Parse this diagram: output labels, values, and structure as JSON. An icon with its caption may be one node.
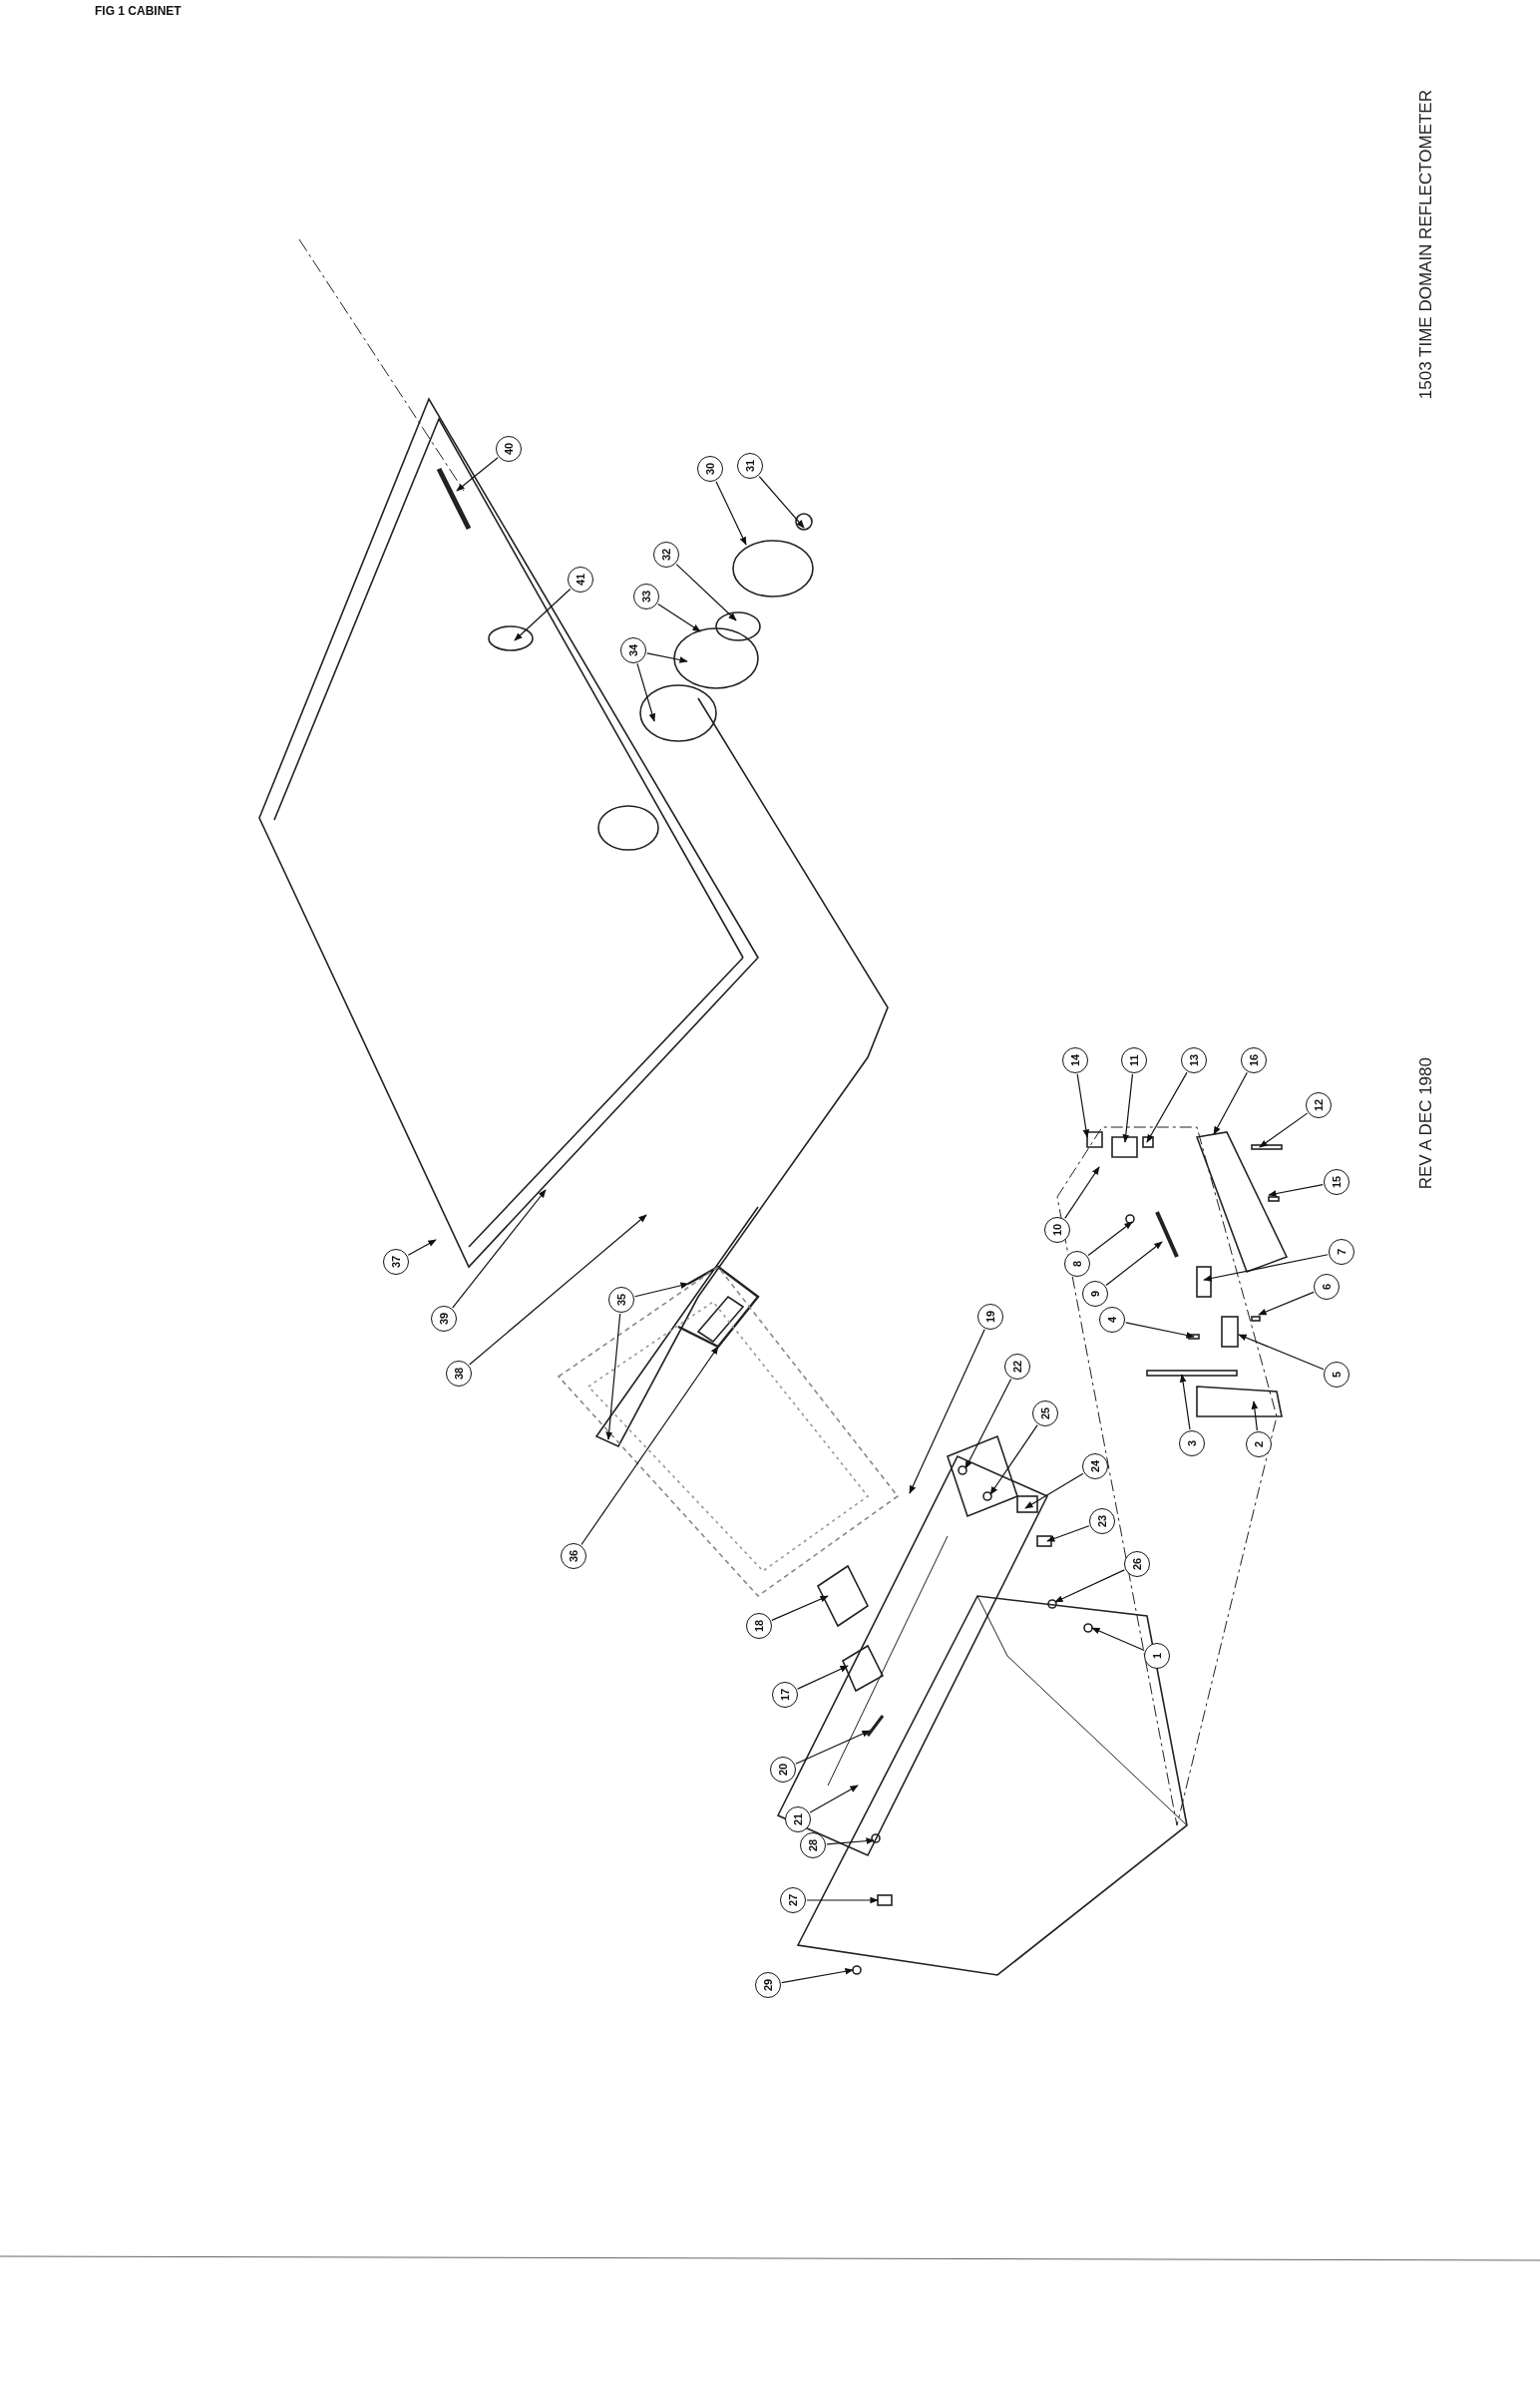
{
  "diagram": {
    "title": "FIG 1 CABINET",
    "nodes": [
      {
        "text": [
          "1"
        ]
      },
      {
        "text": [
          "2"
        ]
      },
      {
        "text": [
          "3"
        ]
      },
      {
        "text": [
          "4"
        ]
      },
      {
        "text": [
          "5"
        ]
      },
      {
        "text": [
          "6"
        ]
      },
      {
        "text": [
          "7"
        ]
      },
      {
        "text": [
          "8"
        ]
      },
      {
        "text": [
          "9"
        ]
      },
      {
        "text": [
          "10"
        ]
      },
      {
        "text": [
          "11"
        ]
      },
      {
        "text": [
          "12"
        ]
      },
      {
        "text": [
          "13"
        ]
      },
      {
        "text": [
          "14"
        ]
      },
      {
        "text": [
          "15"
        ]
      },
      {
        "text": [
          "16"
        ]
      },
      {
        "text": [
          "17"
        ]
      },
      {
        "text": [
          "18"
        ]
      },
      {
        "text": [
          "19"
        ]
      },
      {
        "text": [
          "20"
        ]
      },
      {
        "text": [
          "21"
        ]
      },
      {
        "text": [
          "22"
        ]
      },
      {
        "text": [
          "23"
        ]
      },
      {
        "text": [
          "24"
        ]
      },
      {
        "text": [
          "25"
        ]
      },
      {
        "text": [
          "26"
        ]
      },
      {
        "text": [
          "27"
        ]
      },
      {
        "text": [
          "28"
        ]
      },
      {
        "text": [
          "29"
        ]
      },
      {
        "text": [
          "30"
        ]
      },
      {
        "text": [
          "31"
        ]
      },
      {
        "text": [
          "32"
        ]
      },
      {
        "text": [
          "33"
        ]
      },
      {
        "text": [
          "34"
        ]
      },
      {
        "text": [
          "35"
        ]
      },
      {
        "text": [
          "36"
        ]
      },
      {
        "text": [
          "37"
        ]
      },
      {
        "text": [
          "38"
        ]
      },
      {
        "text": [
          "39"
        ]
      },
      {
        "text": [
          "40"
        ]
      },
      {
        "text": [
          "41"
        ]
      }
    ],
    "edges": [
      {
        "from": 0,
        "to": null,
        "arrow": "to"
      },
      {
        "from": 1,
        "to": null,
        "arrow": "to"
      },
      {
        "from": 2,
        "to": null,
        "arrow": "to"
      },
      {
        "from": 3,
        "to": null,
        "arrow": "to"
      },
      {
        "from": 4,
        "to": null,
        "arrow": "to"
      },
      {
        "from": 5,
        "to": null,
        "arrow": "to"
      },
      {
        "from": 6,
        "to": null,
        "arrow": "to"
      },
      {
        "from": 7,
        "to": null,
        "arrow": "to"
      },
      {
        "from": 8,
        "to": null,
        "arrow": "to"
      },
      {
        "from": 9,
        "to": null,
        "arrow": "to"
      },
      {
        "from": 10,
        "to": null,
        "arrow": "to"
      },
      {
        "from": 11,
        "to": null,
        "arrow": "to"
      },
      {
        "from": 12,
        "to": null,
        "arrow": "to"
      },
      {
        "from": 13,
        "to": null,
        "arrow": "to"
      },
      {
        "from": 14,
        "to": null,
        "arrow": "to"
      },
      {
        "from": 15,
        "to": null,
        "arrow": "to"
      },
      {
        "from": 16,
        "to": null,
        "arrow": "to"
      },
      {
        "from": 17,
        "to": null,
        "arrow": "to"
      },
      {
        "from": 18,
        "to": null,
        "arrow": "to"
      },
      {
        "from": 19,
        "to": null,
        "arrow": "to"
      },
      {
        "from": 20,
        "to": null,
        "arrow": "to"
      },
      {
        "from": 21,
        "to": null,
        "arrow": "to"
      },
      {
        "from": 22,
        "to": null,
        "arrow": "to"
      },
      {
        "from": 23,
        "to": null,
        "arrow": "to"
      },
      {
        "from": 24,
        "to": null,
        "arrow": "to"
      },
      {
        "from": 25,
        "to": null,
        "arrow": "to"
      },
      {
        "from": 26,
        "to": null,
        "arrow": "to"
      },
      {
        "from": 27,
        "to": null,
        "arrow": "to"
      },
      {
        "from": 28,
        "to": null,
        "arrow": "to"
      },
      {
        "from": 29,
        "to": null,
        "arrow": "to"
      },
      {
        "from": 30,
        "to": null,
        "arrow": "to"
      },
      {
        "from": 31,
        "to": null,
        "arrow": "to"
      },
      {
        "from": 32,
        "to": null,
        "arrow": "to"
      },
      {
        "from": 33,
        "to": null,
        "arrow": "to"
      },
      {
        "from": 33,
        "to": null,
        "arrow": "to"
      },
      {
        "from": 34,
        "to": null,
        "arrow": "to"
      },
      {
        "from": 34,
        "to": null,
        "arrow": "to"
      },
      {
        "from": 35,
        "to": null,
        "arrow": "to"
      },
      {
        "from": 36,
        "to": null,
        "arrow": "to"
      },
      {
        "from": 37,
        "to": null,
        "arrow": "to"
      },
      {
        "from": 38,
        "to": null,
        "arrow": "to"
      },
      {
        "from": 39,
        "to": null,
        "arrow": "to"
      },
      {
        "from": 40,
        "to": null,
        "arrow": "to"
      }
    ],
    "labels": [
      "1503 TIME DOMAIN REFLECTOMETER",
      "REV A DEC 1980"
    ]
  }
}
